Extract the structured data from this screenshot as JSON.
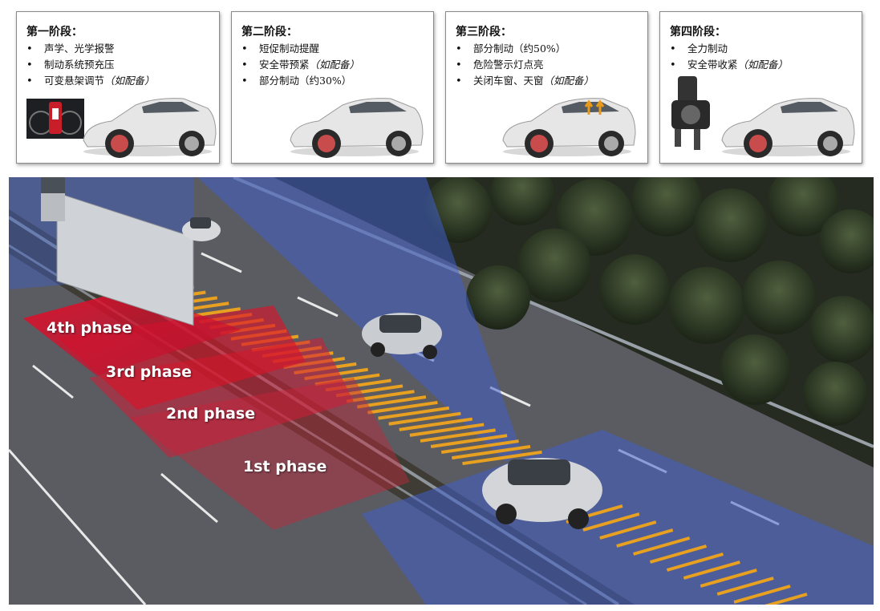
{
  "cards": [
    {
      "title": "第一阶段：",
      "items": [
        {
          "text": "声学、光学报警",
          "note": ""
        },
        {
          "text": "制动系统预充压",
          "note": ""
        },
        {
          "text": "可变悬架调节",
          "note": "（如配备）"
        }
      ]
    },
    {
      "title": "第二阶段：",
      "items": [
        {
          "text": "短促制动提醒",
          "note": ""
        },
        {
          "text": "安全带预紧",
          "note": "（如配备）"
        },
        {
          "text": "部分制动（约30%）",
          "note": ""
        }
      ]
    },
    {
      "title": "第三阶段：",
      "items": [
        {
          "text": "部分制动（约50%）",
          "note": ""
        },
        {
          "text": "危险警示灯点亮",
          "note": ""
        },
        {
          "text": "关闭车窗、天窗",
          "note": "（如配备）"
        }
      ]
    },
    {
      "title": "第四阶段：",
      "items": [
        {
          "text": "全力制动",
          "note": ""
        },
        {
          "text": "安全带收紧",
          "note": "（如配备）"
        }
      ]
    }
  ],
  "phases": {
    "p4": "4th phase",
    "p3": "3rd phase",
    "p2": "2nd phase",
    "p1": "1st phase"
  },
  "colors": {
    "phase_red": "#d8142a",
    "radar_blue": "#3f5fc8",
    "stripe_orange": "#e8a020",
    "road": "#5e5f63",
    "forest": "#22291f"
  },
  "icons": {
    "bullet": "•",
    "car": "car-icon",
    "dashboard": "dashboard-icon",
    "warning_light": "warning-light-icon",
    "seatbelt_tensioner": "seatbelt-tensioner-icon"
  }
}
